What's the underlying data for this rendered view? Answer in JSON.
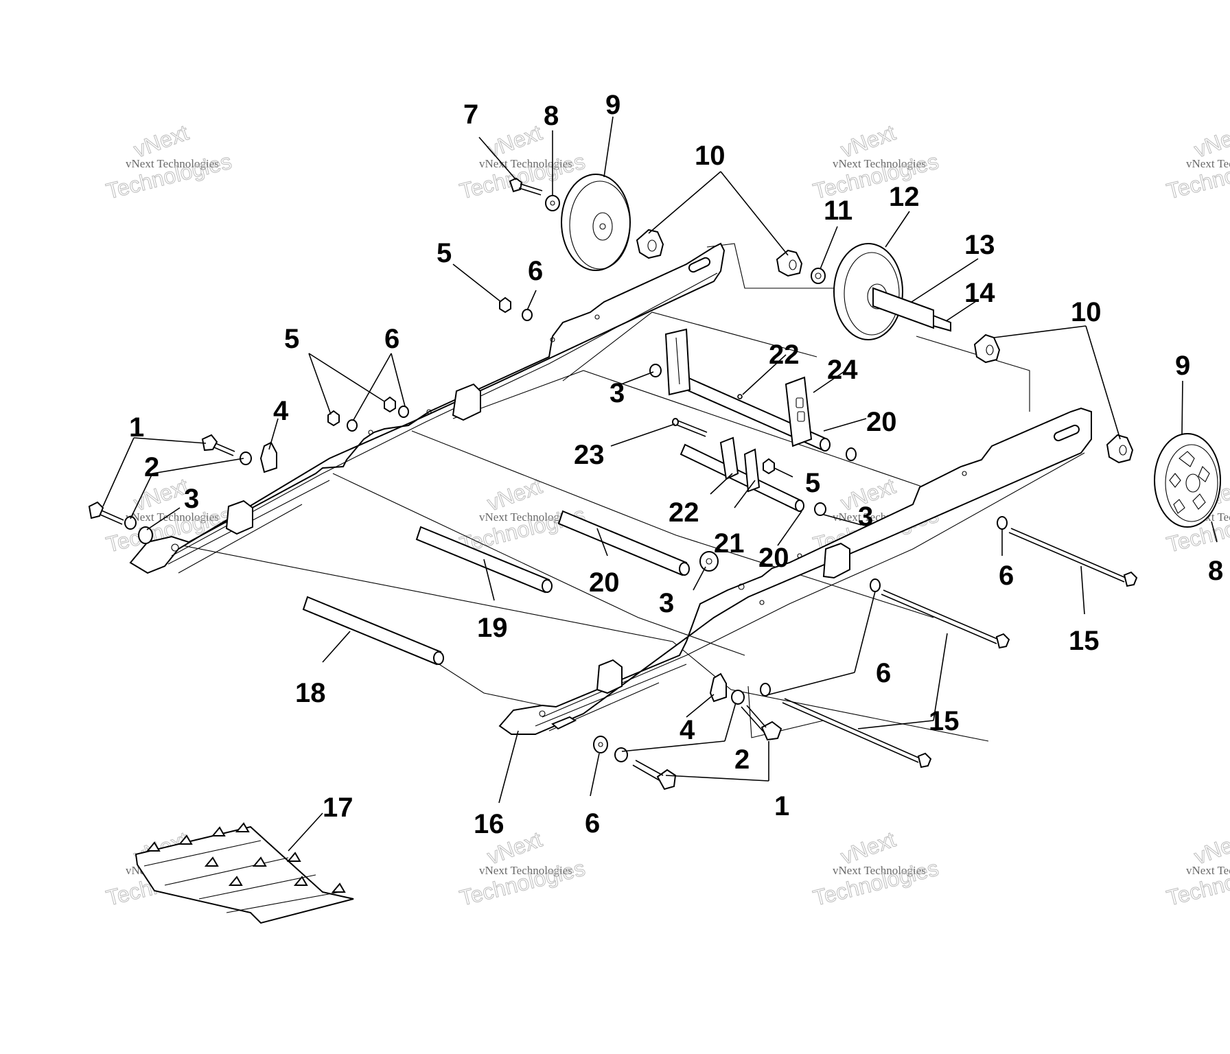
{
  "watermark": {
    "line1": "vNext",
    "line2": "vNext Technologies",
    "line3": "Technologies"
  },
  "callouts": {
    "c1": "1",
    "c2": "2",
    "c3": "3",
    "c4": "4",
    "c5": "5",
    "c6": "6",
    "c7": "7",
    "c8": "8",
    "c9": "9",
    "c10": "10",
    "c11": "11",
    "c12": "12",
    "c13": "13",
    "c14": "14",
    "c15": "15",
    "c16": "16",
    "c17": "17",
    "c18": "18",
    "c19": "19",
    "c20": "20",
    "c21": "21",
    "c22": "22",
    "c23": "23",
    "c24": "24"
  }
}
